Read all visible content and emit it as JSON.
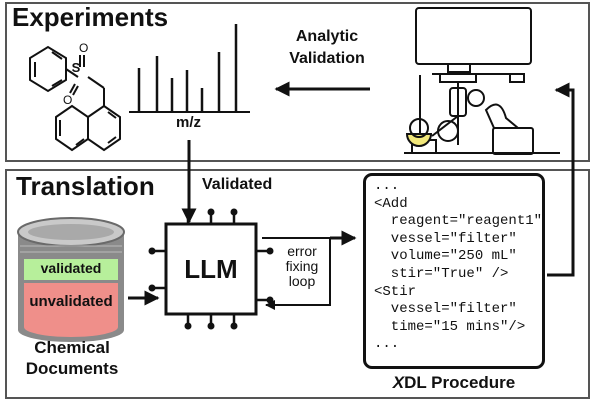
{
  "experiments": {
    "title": "Experiments",
    "spectrum_xlabel": "m/z",
    "validation_label_line1": "Analytic",
    "validation_label_line2": "Validation"
  },
  "translation": {
    "title": "Translation",
    "validated_arrow_label": "Validated",
    "db_top_label": "validated",
    "db_bottom_label": "unvalidated",
    "db_caption_line1": "Chemical",
    "db_caption_line2": "Documents",
    "llm_label": "LLM",
    "loop_label_line1": "error",
    "loop_label_line2": "fixing",
    "loop_label_line3": "loop",
    "xdl_lines": [
      "...",
      "<Add",
      "  reagent=\"reagent1\"",
      "  vessel=\"filter\"",
      "  volume=\"250 mL\"",
      "  stir=\"True\" />",
      "<Stir",
      "  vessel=\"filter\"",
      "  time=\"15 mins\"/>",
      "..."
    ],
    "xdl_caption_prefix": "X",
    "xdl_caption_rest": "DL Procedure"
  },
  "colors": {
    "validated_fill": "#b7ef9b",
    "unvalidated_fill": "#ef8f8a",
    "db_shell": "#8a8a8a",
    "flask_liquid": "#f2e87a",
    "arrow": "#111111"
  }
}
